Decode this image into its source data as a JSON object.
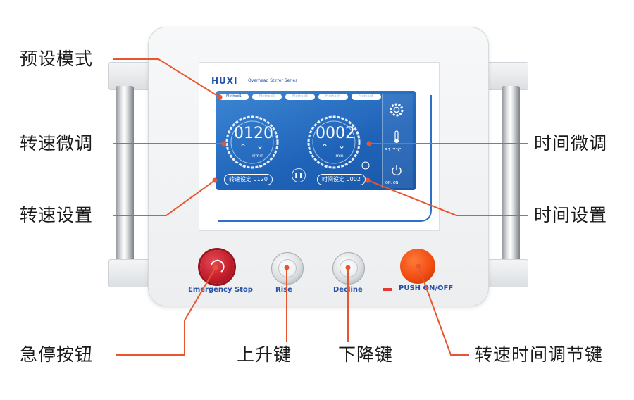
{
  "callouts": {
    "preset_mode": "预设模式",
    "speed_fine_tune": "转速微调",
    "speed_setting": "转速设置",
    "time_fine_tune": "时间微调",
    "time_setting": "时间设置",
    "emergency_stop_key": "急停按钮",
    "rise_key": "上升键",
    "decline_key": "下降键",
    "speed_time_adjust_key": "转速时间调节键"
  },
  "device": {
    "brand": "HUXI",
    "series": "Overhead Stirrer Series",
    "buttons": {
      "emergency_stop": "Emergency Stop",
      "rise": "Rise",
      "decline": "Decline",
      "push_onoff": "PUSH  ON/OFF"
    }
  },
  "screen": {
    "tabs": [
      "Method1",
      "Method2",
      "Method3",
      "Method4",
      "Method5"
    ],
    "active_tab": 0,
    "speed": {
      "value": "0120",
      "unit": "r/min",
      "setting_label": "转速设定",
      "setting_value": "0120"
    },
    "time": {
      "value": "0002",
      "unit": "min",
      "setting_label": "时间设定",
      "setting_value": "0002"
    },
    "temperature": "31.7℃",
    "status": "ON. ON"
  },
  "icons": {
    "settings": "gear-icon",
    "temperature": "thermometer-icon",
    "pause": "pause-icon",
    "arrow_up": "chevron-up-icon",
    "arrow_down": "chevron-down-icon",
    "power": "power-icon"
  },
  "colors": {
    "accent": "#e8552f",
    "screen_blue": "#2a6fc4",
    "label_blue": "#2750a6",
    "estop_red": "#c41f2c",
    "knob_orange": "#f24d12"
  }
}
